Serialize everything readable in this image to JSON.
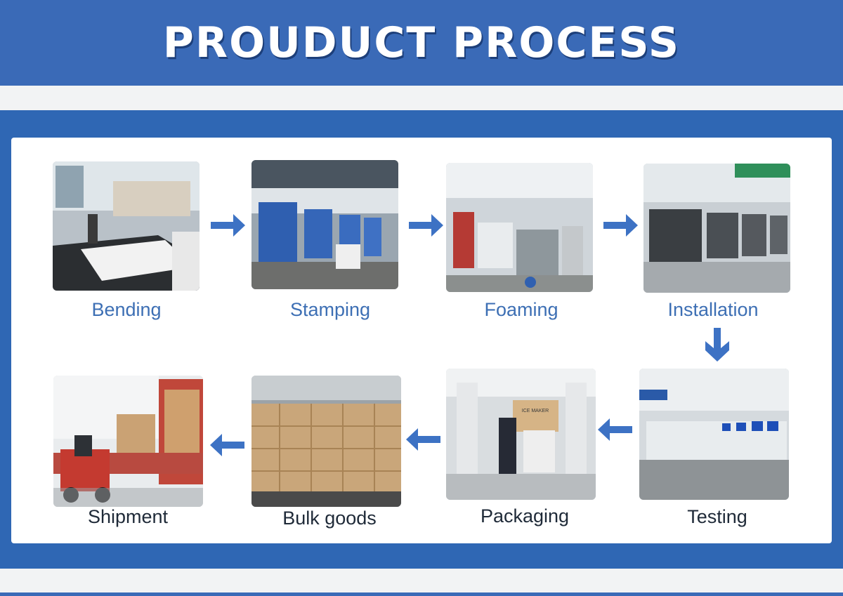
{
  "header": {
    "title": "PROUDUCT PROCESS"
  },
  "colors": {
    "header_blue": "#3a6ab7",
    "band_blue": "#2f67b4",
    "arrow_blue": "#3d72c4",
    "label_blue": "#3d6fb4",
    "label_dark": "#1f2a38"
  },
  "steps": {
    "bending": {
      "label": "Bending"
    },
    "stamping": {
      "label": "Stamping"
    },
    "foaming": {
      "label": "Foaming"
    },
    "installation": {
      "label": "Installation"
    },
    "testing": {
      "label": "Testing"
    },
    "packaging": {
      "label": "Packaging"
    },
    "bulk_goods": {
      "label": "Bulk goods"
    },
    "shipment": {
      "label": "Shipment"
    }
  },
  "photo_text": {
    "packaging_box": "ICE MAKER"
  },
  "arrows": [
    {
      "direction": "right",
      "icon": "arrow-right-icon"
    },
    {
      "direction": "right",
      "icon": "arrow-right-icon"
    },
    {
      "direction": "right",
      "icon": "arrow-right-icon"
    },
    {
      "direction": "down",
      "icon": "arrow-down-icon"
    },
    {
      "direction": "left",
      "icon": "arrow-left-icon"
    },
    {
      "direction": "left",
      "icon": "arrow-left-icon"
    },
    {
      "direction": "left",
      "icon": "arrow-left-icon"
    }
  ]
}
